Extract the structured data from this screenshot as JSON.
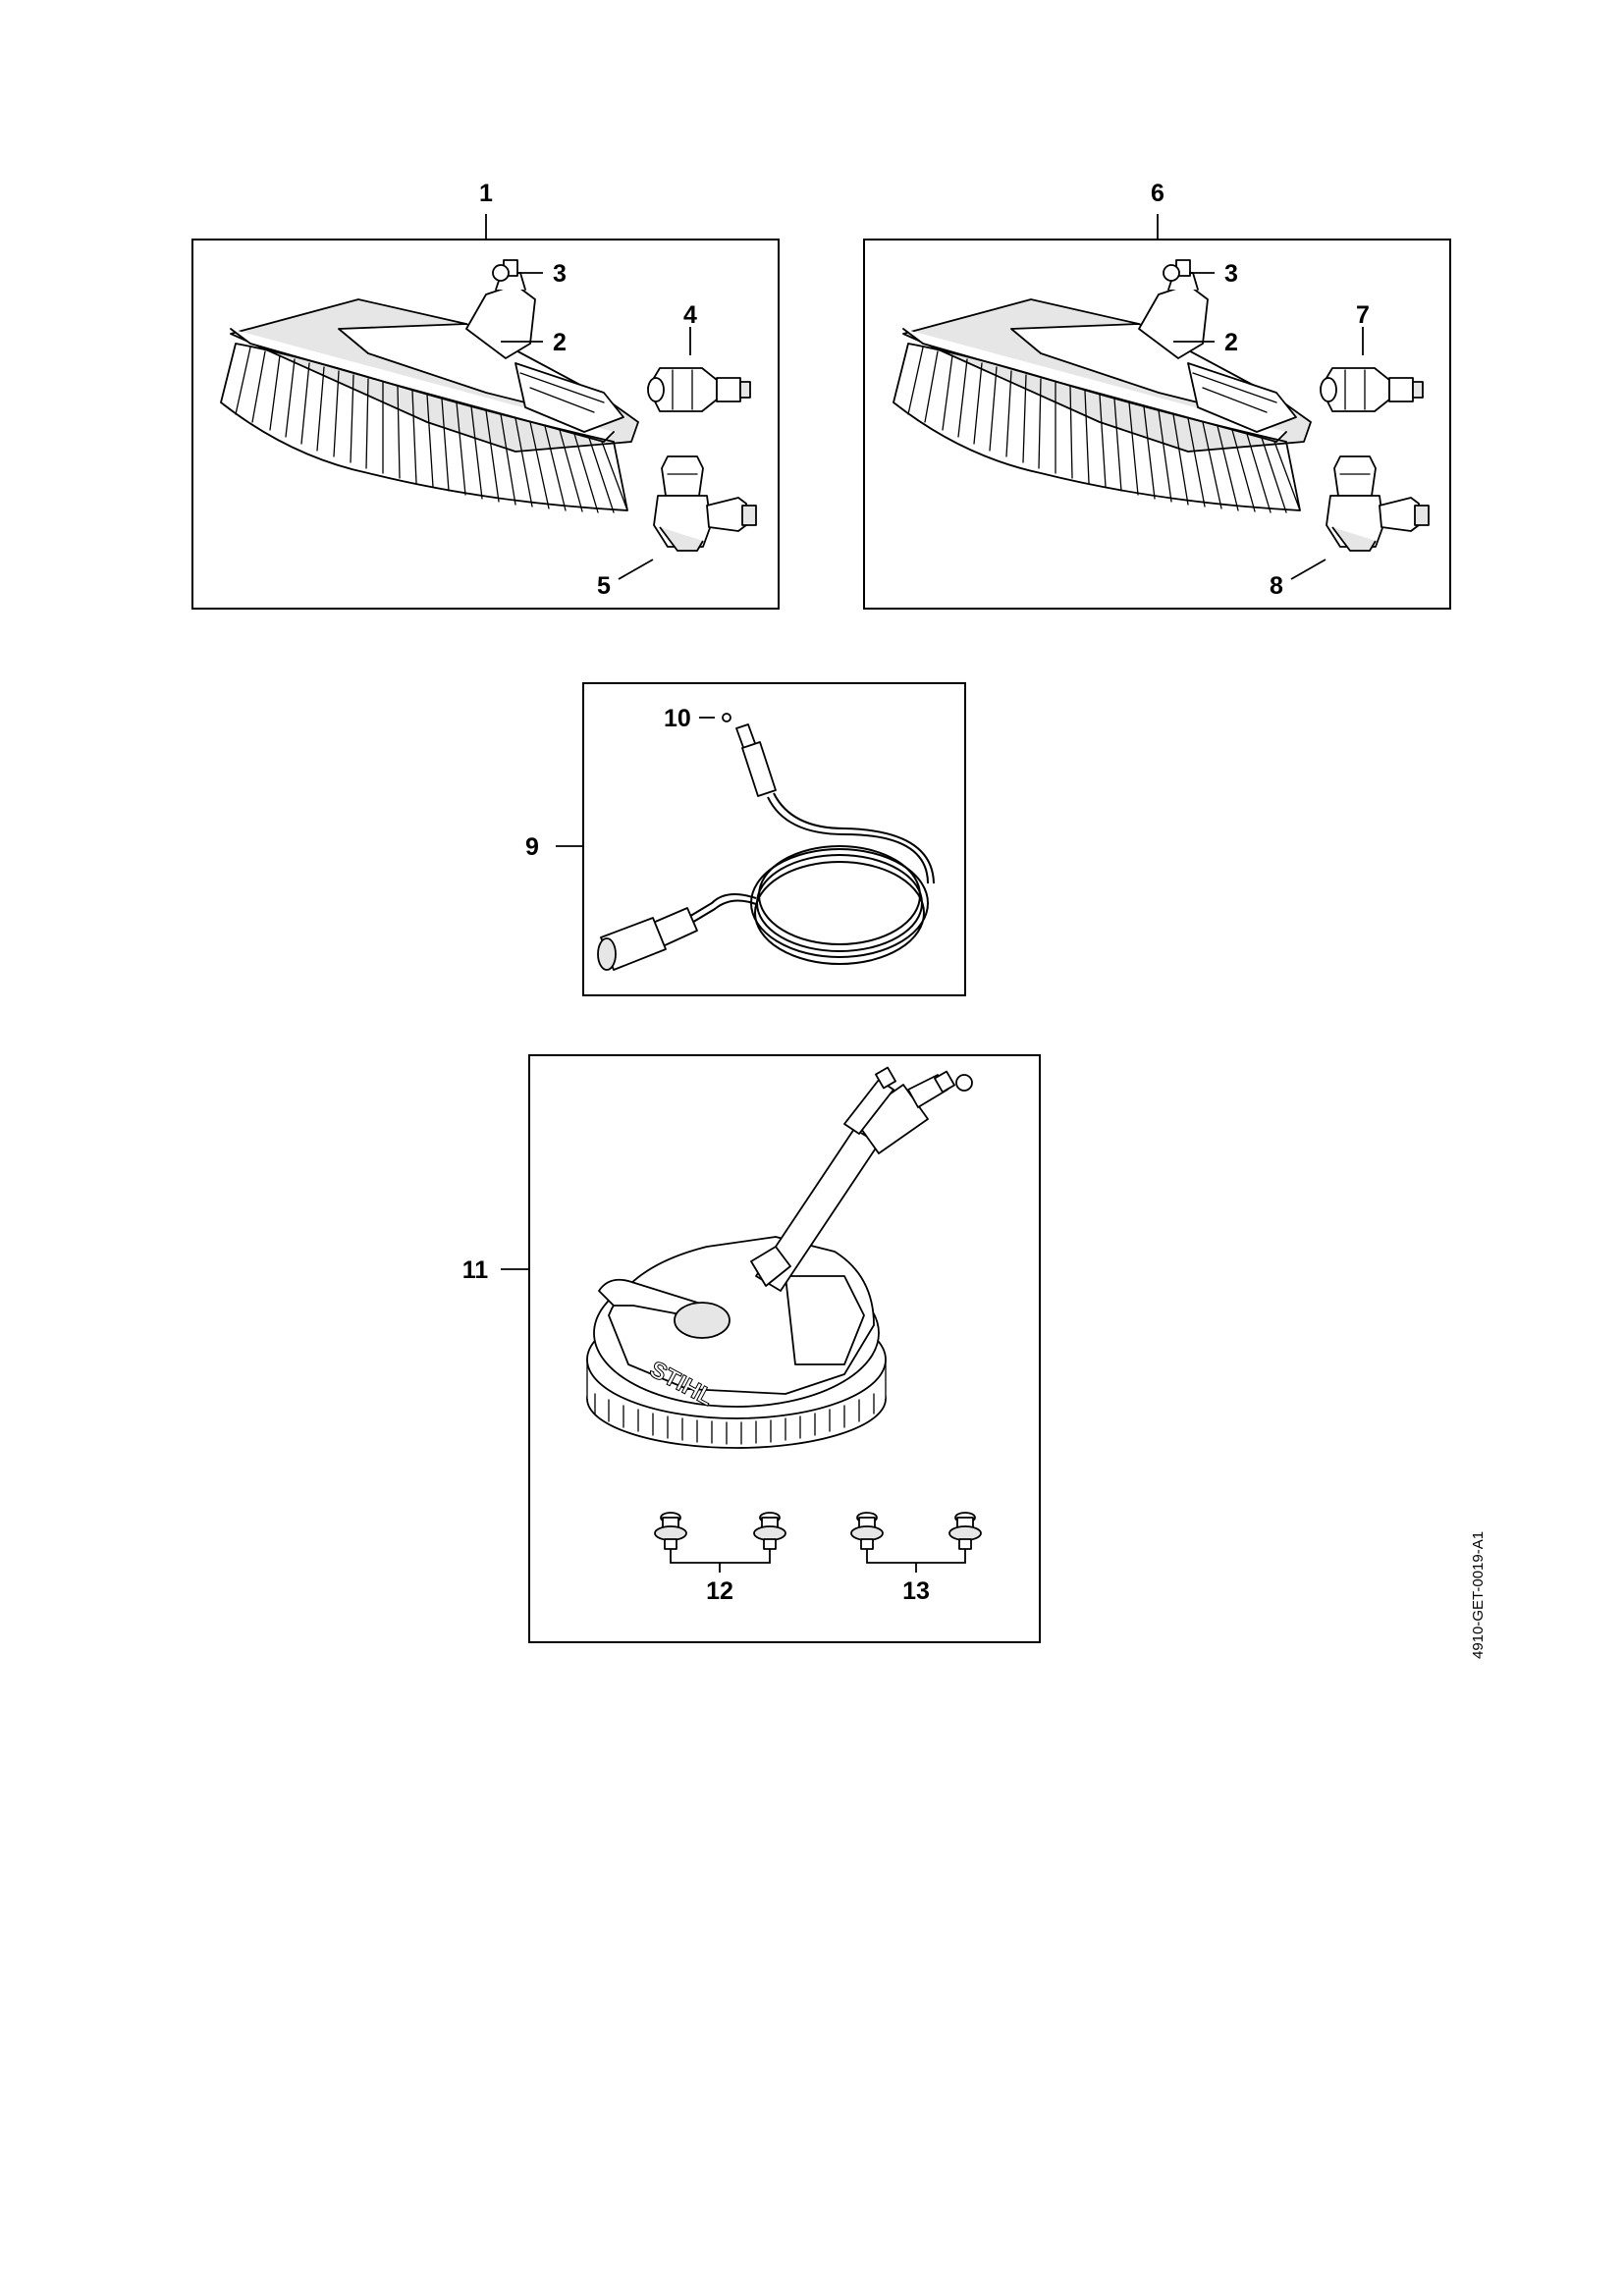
{
  "callouts": {
    "p1": "1",
    "p2a": "2",
    "p3a": "3",
    "p4": "4",
    "p5": "5",
    "p6": "6",
    "p2b": "2",
    "p3b": "3",
    "p7": "7",
    "p8": "8",
    "p9": "9",
    "p10": "10",
    "p11": "11",
    "p12": "12",
    "p13": "13"
  },
  "brand_logo": "STIHL",
  "document_code": "4910-GET-0019-A1"
}
